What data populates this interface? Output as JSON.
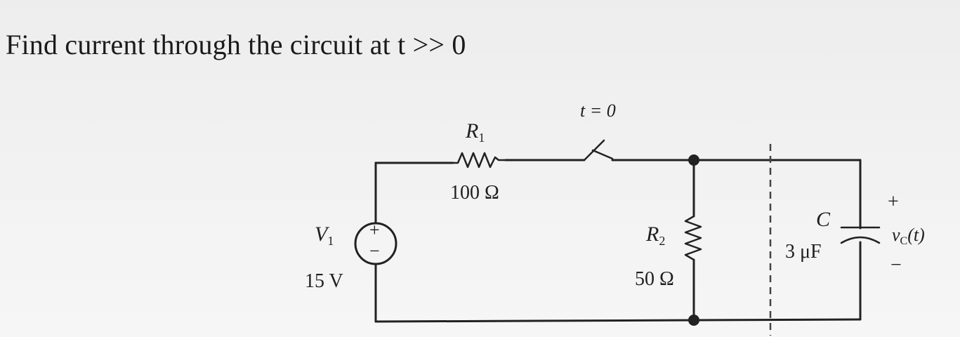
{
  "question": {
    "text": "Find current through the circuit at t >> 0"
  },
  "circuit": {
    "r1": {
      "name": "R",
      "sub": "1",
      "value": "100 Ω"
    },
    "switch": {
      "label": "t = 0"
    },
    "source": {
      "name": "V",
      "sub": "1",
      "value": "15 V",
      "plus": "+",
      "minus": "−"
    },
    "r2": {
      "name": "R",
      "sub": "2",
      "value": "50 Ω"
    },
    "capacitor": {
      "name": "C",
      "value": "3 μF"
    },
    "vc": {
      "name": "v",
      "sub": "C",
      "arg": "(t)",
      "plus": "+",
      "minus": "−"
    }
  }
}
